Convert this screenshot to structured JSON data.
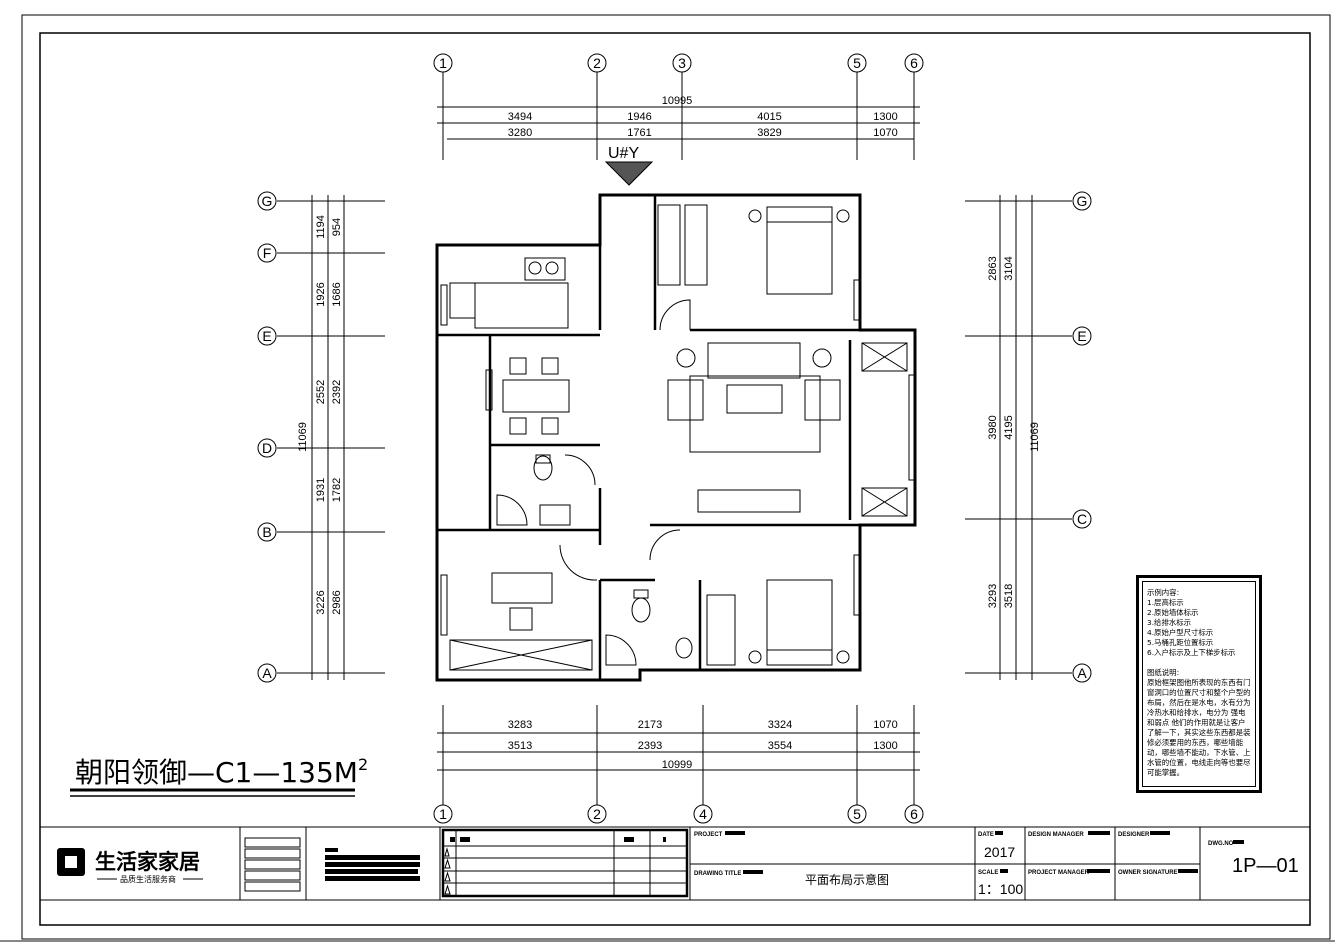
{
  "sheet": {
    "project_title": "朝阳领御—C1—135M",
    "project_title_sup": "2",
    "entry_label": "U#Y"
  },
  "axes": {
    "top": [
      "1",
      "2",
      "3",
      "5",
      "6"
    ],
    "bottom": [
      "1",
      "2",
      "4",
      "5",
      "6"
    ],
    "left": [
      "G",
      "F",
      "E",
      "D",
      "B",
      "A"
    ],
    "right": [
      "G",
      "E",
      "C",
      "A"
    ]
  },
  "dimensions": {
    "top_total": "10995",
    "top_outer": [
      "3494",
      "1946",
      "4015",
      "1300"
    ],
    "top_inner": [
      "3280",
      "1761",
      "3829",
      "1070"
    ],
    "bottom_inner": [
      "3283",
      "2173",
      "3324",
      "1070"
    ],
    "bottom_outer": [
      "3513",
      "2393",
      "3554",
      "1300"
    ],
    "bottom_total": "10999",
    "left_total": "11069",
    "left_outer": [
      "1194",
      "1926",
      "2552",
      "1931",
      "3226"
    ],
    "left_inner": [
      "954",
      "1686",
      "2392",
      "1782",
      "2986"
    ],
    "right_inner": [
      "2863",
      "3980",
      "3293"
    ],
    "right_outer": [
      "3104",
      "4195",
      "3518"
    ],
    "right_total": "11069"
  },
  "legend": {
    "heading": "示例内容:",
    "items": [
      "1.层高标示",
      "2.原始墙体标示",
      "3.给排水标示",
      "4.原始户型尺寸标示",
      "5.马桶孔距位置标示",
      "6.入户标示及上下梯步标示"
    ],
    "notes_heading": "图纸说明:",
    "notes": "原始框架图他所表现的东西有门窗洞口的位置尺寸和整个户型的布局，然后在是水电，水有分为冷热水和给排水，电分为 强电和弱点 他们的作用就是让客户了解一下，其实这些东西都是装修必须要用的东西，哪些墙能动，哪些墙不能动，下水管、上水管的位置，电线走向等也要尽可能掌握。"
  },
  "title_block": {
    "brand": "生活家家居",
    "slogan": "品质生活服务商",
    "project_label": "PROJECT",
    "drawing_title_label": "DRAWING TITLE",
    "drawing_title": "平面布局示意图",
    "date_label": "DATE",
    "date": "2017",
    "scale_label": "SCALE",
    "scale": "1：100",
    "design_manager_label": "DESIGN MANAGER",
    "project_manager_label": "PROJECT MANAGER",
    "designer_label": "DESIGNER",
    "owner_signature_label": "OWNER SIGNATURE",
    "dwg_no_label": "DWG.NO",
    "dwg_no": "1P—01"
  }
}
